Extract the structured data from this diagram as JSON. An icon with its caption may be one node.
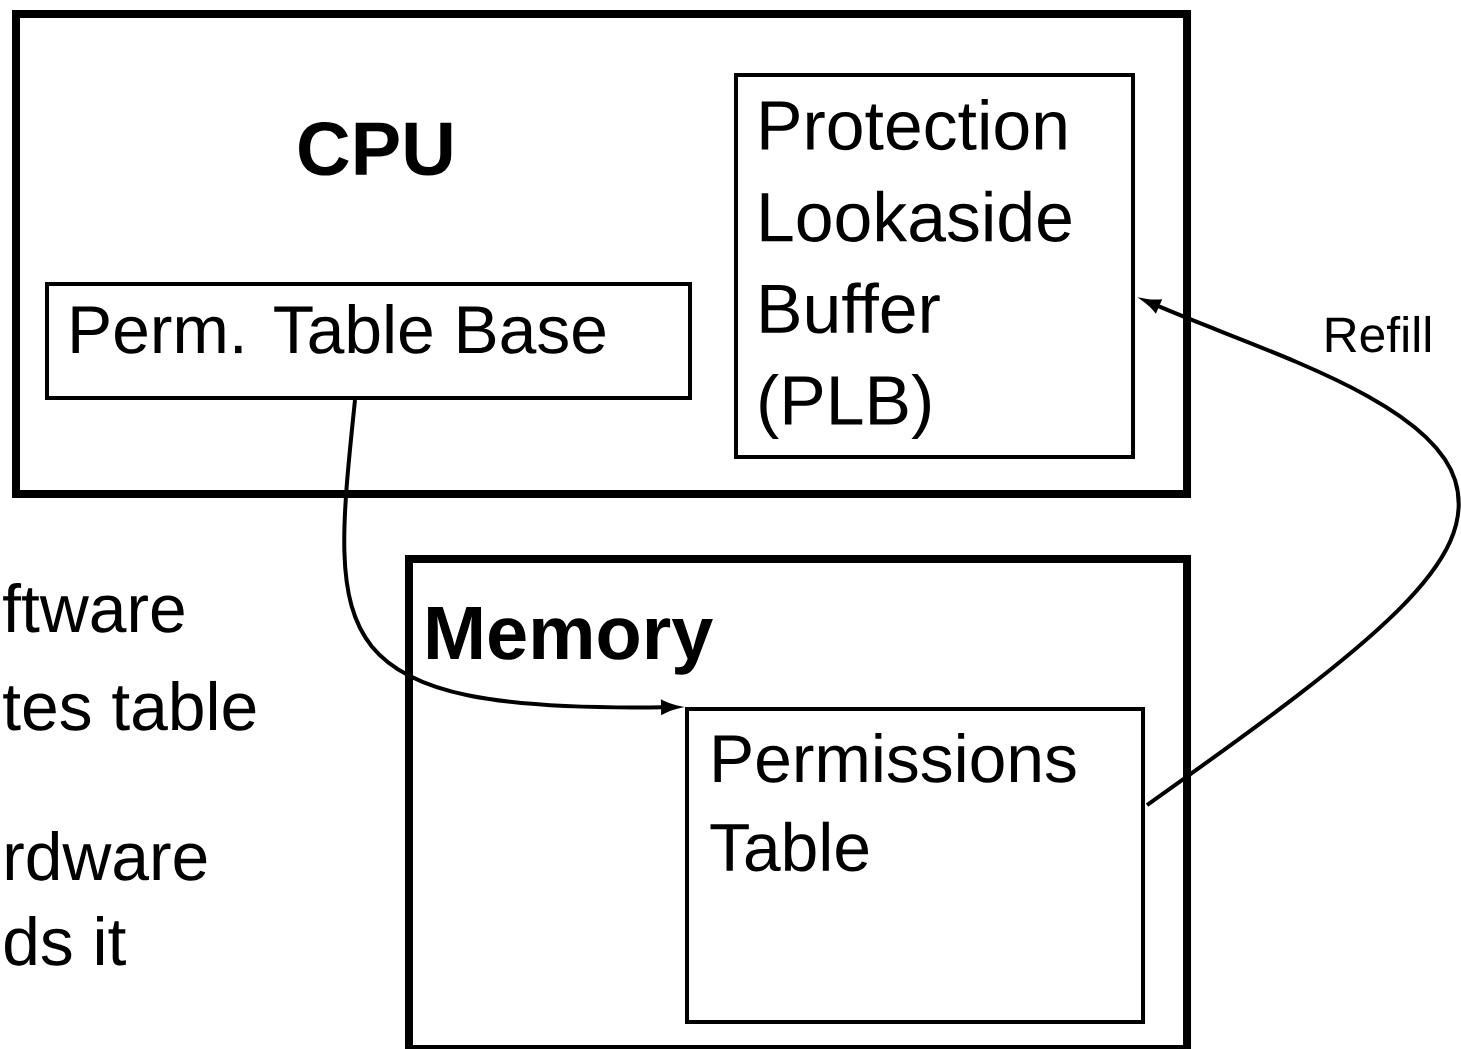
{
  "diagram": {
    "nodes": [
      {
        "text": [
          "CPU"
        ]
      },
      {
        "text": [
          "Perm. Table Base"
        ],
        "in": 0
      },
      {
        "text": [
          "Protection Lookaside Buffer (PLB)"
        ],
        "in": 0
      },
      {
        "text": [
          "Memory"
        ]
      },
      {
        "text": [
          "Permissions Table"
        ],
        "in": 3
      }
    ],
    "edges": [
      {
        "from": 1,
        "to": 4,
        "arrow": "to"
      },
      {
        "from": 4,
        "to": 2,
        "arrow": "to",
        "label": "Refill"
      }
    ],
    "labels": [
      "ftware",
      "tes table",
      "rdware",
      "ds it"
    ]
  }
}
